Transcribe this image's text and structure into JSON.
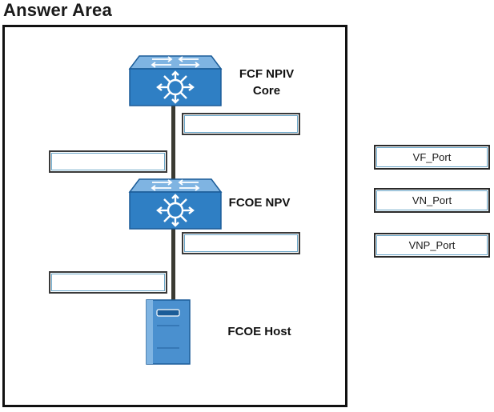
{
  "title": "Answer Area",
  "devices": {
    "core": {
      "label_line1": "FCF NPIV",
      "label_line2": "Core",
      "icon": "fc-switch-icon"
    },
    "npv": {
      "label": "FCOE NPV",
      "icon": "fc-switch-icon"
    },
    "host": {
      "label": "FCOE Host",
      "icon": "server-icon"
    }
  },
  "options": [
    {
      "label": "VF_Port"
    },
    {
      "label": "VN_Port"
    },
    {
      "label": "VNP_Port"
    }
  ],
  "colors": {
    "switch_blue": "#2f7fc4",
    "switch_dark": "#1b5c98",
    "frame": "#111111",
    "link": "#3a3a32"
  }
}
